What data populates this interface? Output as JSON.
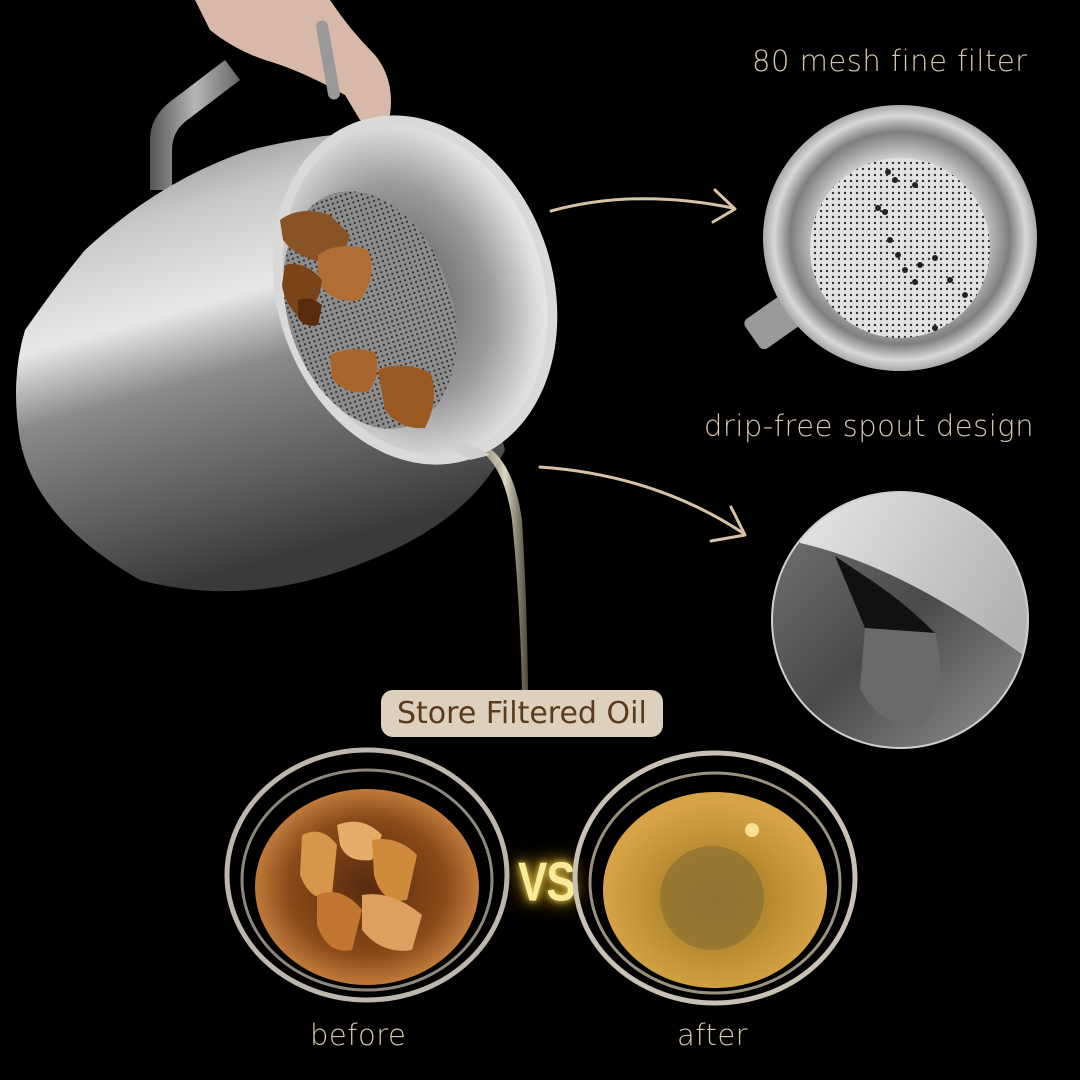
{
  "features": {
    "filter": {
      "caption": "80 mesh fine filter",
      "icon": "arrow-right-icon"
    },
    "spout": {
      "caption": "drip-free spout design",
      "icon": "arrow-down-right-icon"
    }
  },
  "comparison": {
    "badge": "Store Filtered Oil",
    "vs_label": "VS",
    "before_label": "before",
    "after_label": "after"
  },
  "colors": {
    "background": "#000000",
    "caption_text": "#d8c7b0",
    "badge_bg": "#ddd0bc",
    "badge_text": "#5a3c1c",
    "arrow": "#d8c2a6",
    "vs_glow": "#f9eb9a",
    "oil_dirty": "#8a4a18",
    "oil_clean": "#c08a28"
  }
}
